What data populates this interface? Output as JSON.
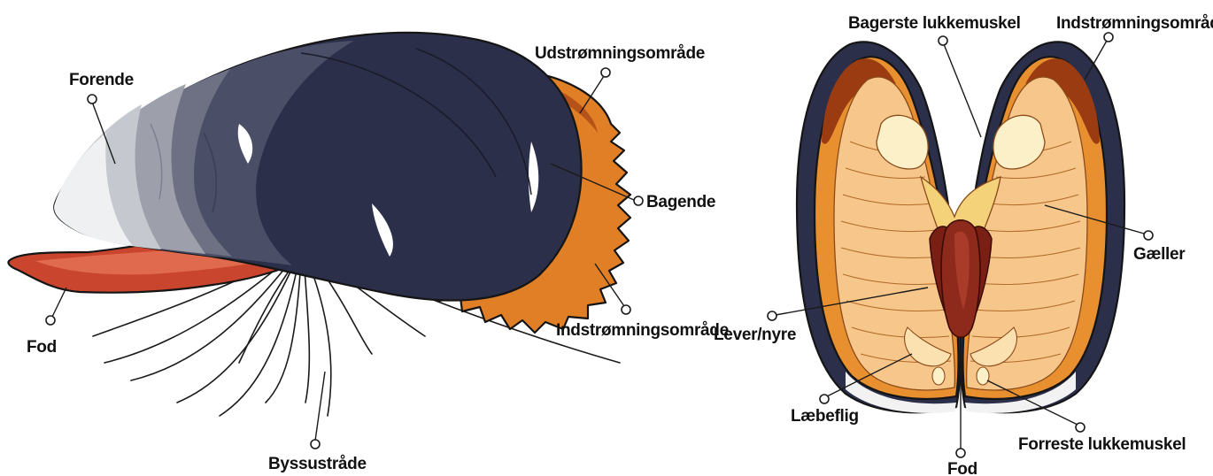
{
  "left_view": {
    "labels": {
      "forende": "Forende",
      "fod": "Fod",
      "byssustraade": "Byssustråde",
      "udstroemningsomraade": "Udstrømningsområde",
      "bagende": "Bagende",
      "indstroemningsomraade": "Indstrømningsområde"
    }
  },
  "right_view": {
    "labels": {
      "bagerste_lukkemuskel": "Bagerste lukkemuskel",
      "indstroemningsomraade": "Indstrømningsområde",
      "gaeller": "Gæller",
      "lever_nyre": "Lever/nyre",
      "laebeflig": "Læbeflig",
      "forreste_lukkemuskel": "Forreste lukkemuskel",
      "fod": "Fod"
    }
  },
  "colors": {
    "shell_dark": "#2b2f4a",
    "shell_grey": "#9da0ab",
    "mantle_orange": "#d9731f",
    "foot_red": "#c9452d",
    "inner_peach": "#f6c68a",
    "gill_beige": "#f3d9a8",
    "liver_brown": "#7a1f14"
  }
}
